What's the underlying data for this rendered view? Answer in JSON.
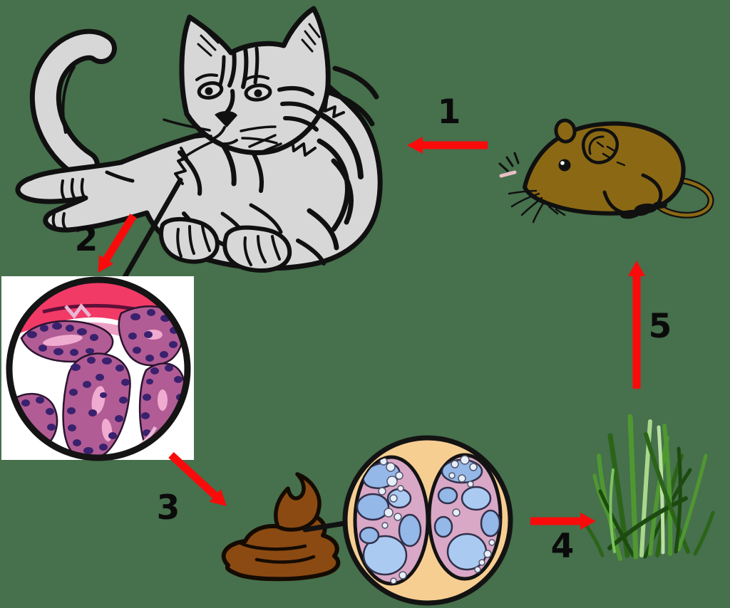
{
  "diagram": {
    "background_color": "#47704D",
    "arrow_color": "#F90B0B",
    "label_color": "#0B0B0B",
    "steps": [
      {
        "number": "1",
        "from": "mouse",
        "to": "cat",
        "arrow_direction": "left"
      },
      {
        "number": "2",
        "from": "cat",
        "to": "intestine-histology",
        "arrow_direction": "down-left"
      },
      {
        "number": "3",
        "from": "intestine-histology",
        "to": "feces",
        "arrow_direction": "down-right"
      },
      {
        "number": "4",
        "from": "feces",
        "to": "grass",
        "arrow_direction": "right"
      },
      {
        "number": "5",
        "from": "grass",
        "to": "mouse",
        "arrow_direction": "up"
      }
    ],
    "nodes": [
      {
        "name": "cat",
        "icon": "cat-icon",
        "color": "#D7D7D7"
      },
      {
        "name": "mouse",
        "icon": "mouse-icon",
        "color": "#8B6914"
      },
      {
        "name": "intestine-histology",
        "icon": "intestine-histology-icon",
        "color": "#B15C95"
      },
      {
        "name": "feces",
        "icon": "feces-icon",
        "color": "#8B4A12"
      },
      {
        "name": "oocyst",
        "icon": "oocyst-icon",
        "color": "#F7CE92"
      },
      {
        "name": "grass",
        "icon": "grass-icon",
        "color": "#4F9831"
      }
    ]
  }
}
